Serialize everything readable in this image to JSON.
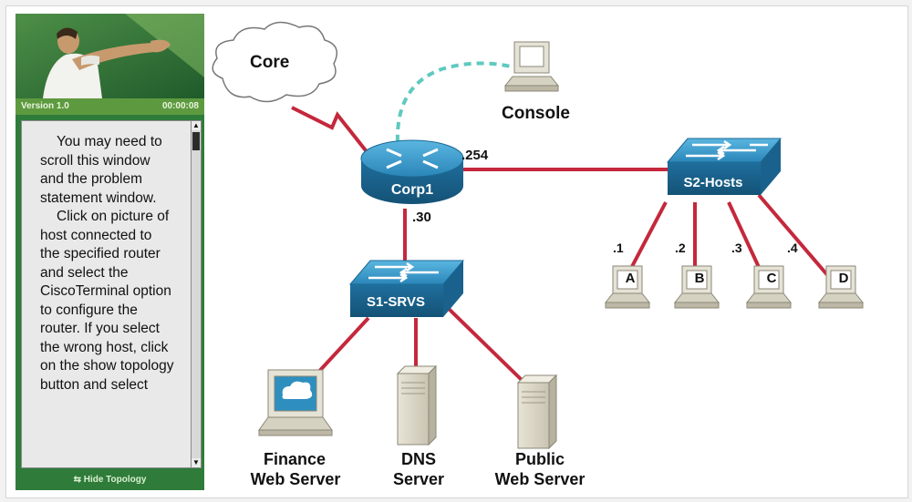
{
  "panel": {
    "version": "Version 1.0",
    "timer": "00:00:08",
    "instructions": [
      "You may need to scroll this window and the problem statement window.",
      "Click on picture of host connected to the specified router and select the CiscoTerminal option to configure the router. If you select the wrong host, click on the show topology button and select"
    ],
    "hide_topology": "Hide Topology"
  },
  "diagram": {
    "core": "Core",
    "console": "Console",
    "router": "Corp1",
    "router_ip_right": ".254",
    "router_ip_down": ".30",
    "switch_hosts": "S2-Hosts",
    "switch_srvs": "S1-SRVS",
    "hosts": [
      {
        "ip": ".1",
        "label": "A"
      },
      {
        "ip": ".2",
        "label": "B"
      },
      {
        "ip": ".3",
        "label": "C"
      },
      {
        "ip": ".4",
        "label": "D"
      }
    ],
    "servers": [
      {
        "line1": "Finance",
        "line2": "Web Server"
      },
      {
        "line1": "DNS",
        "line2": "Server"
      },
      {
        "line1": "Public",
        "line2": "Web Server"
      }
    ]
  },
  "colors": {
    "panel_green": "#2e7b3a",
    "link_red": "#c4283c",
    "console_link": "#5fc9c0",
    "device_blue": "#2e8fbf"
  }
}
